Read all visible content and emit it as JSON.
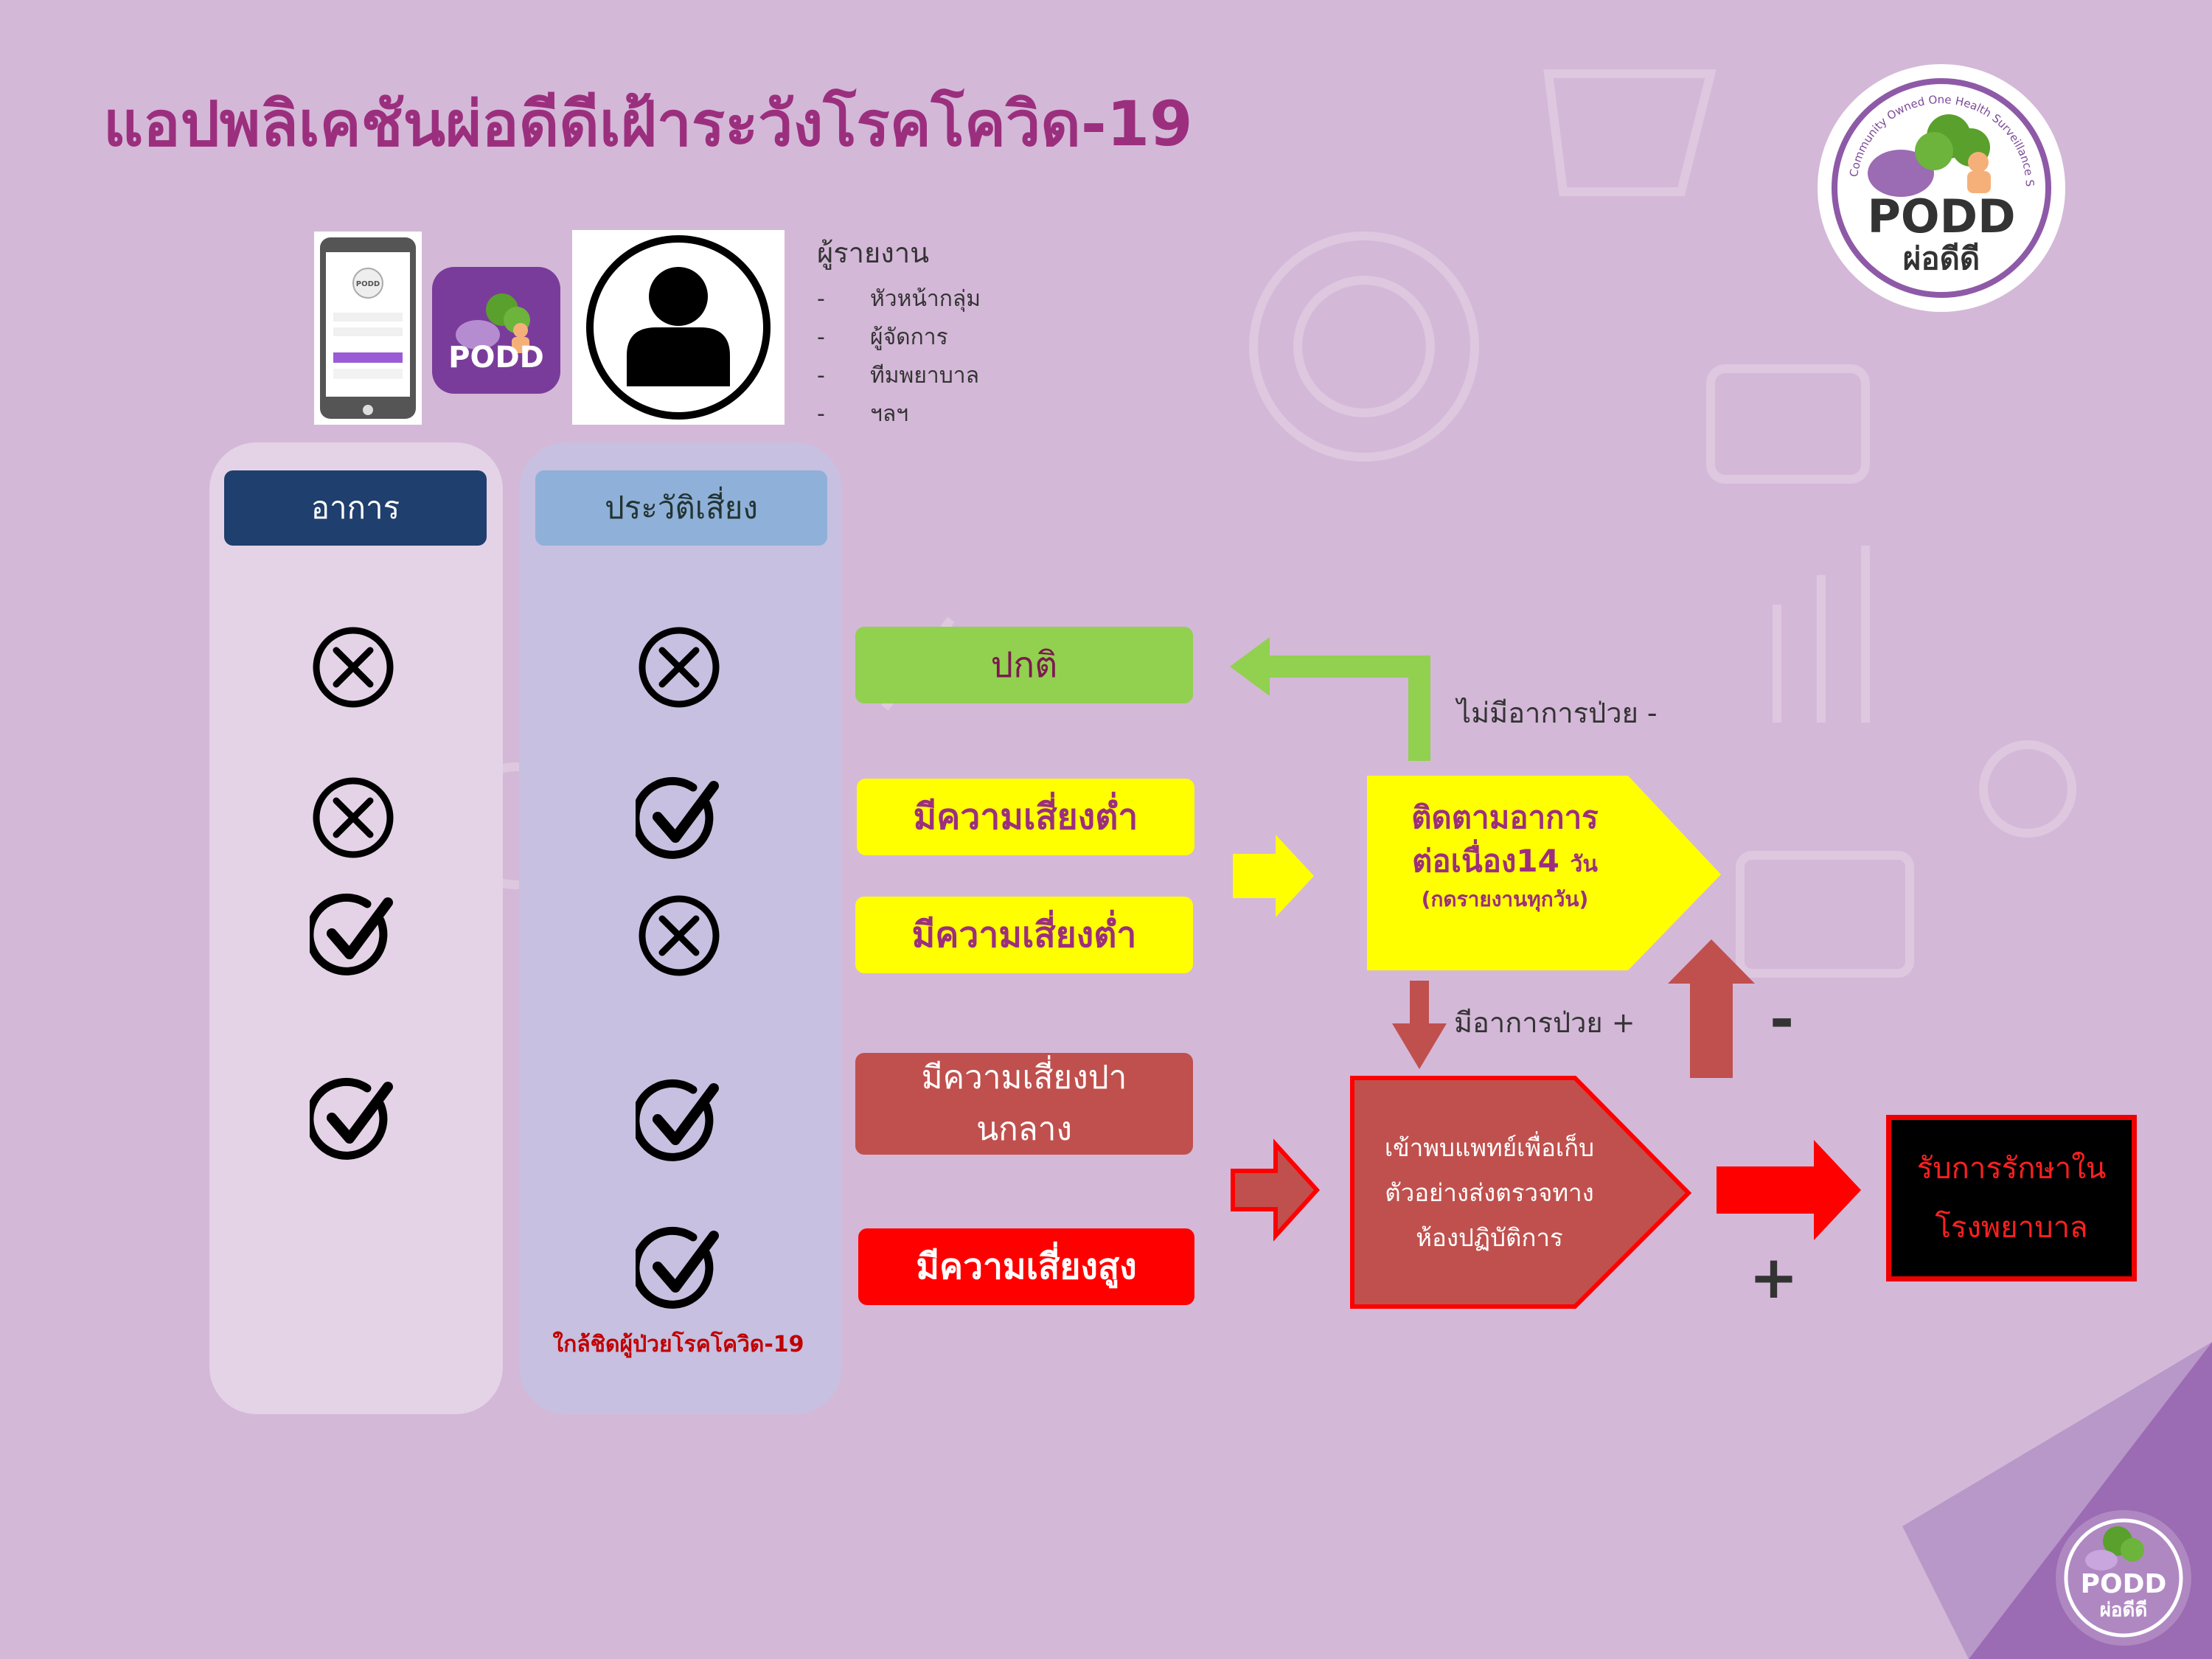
{
  "title": "แอปพลิเคชันผ่อดีดีเฝ้าระวังโรคโควิด-19",
  "app": {
    "icon_label": "PODD",
    "phone_logo_label": "PODD",
    "logo": {
      "ring_text": "Community Owned One Health Surveillance System",
      "name": "PODD",
      "sub": "ผ่อดีดี"
    }
  },
  "reporter": {
    "heading": "ผู้รายงาน",
    "items": [
      {
        "dash": "-",
        "label": "หัวหน้ากลุ่ม"
      },
      {
        "dash": "-",
        "label": "ผู้จัดการ"
      },
      {
        "dash": "-",
        "label": "ทีมพยาบาล"
      },
      {
        "dash": "-",
        "label": "ฯลฯ"
      }
    ]
  },
  "columns": {
    "symptom": "อาการ",
    "risk_history": "ประวัติเสี่ยง"
  },
  "rows": [
    {
      "symptom": "cross",
      "risk": "cross",
      "result": "ปกติ"
    },
    {
      "symptom": "cross",
      "risk": "check",
      "result": "มีความเสี่ยงต่ำ"
    },
    {
      "symptom": "check",
      "risk": "cross",
      "result": "มีความเสี่ยงต่ำ"
    },
    {
      "symptom": "check",
      "risk": "check",
      "result": "มีความเสี่ยงปานกลาง"
    },
    {
      "symptom": "",
      "risk": "check",
      "result": "มีความเสี่ยงสูง"
    }
  ],
  "contact_note": "ใกล้ชิดผู้ป่วยโรคโควิด-19",
  "follow_up": {
    "line1": "ติดตามอาการ",
    "line2": "ต่อเนื่อง14",
    "days": "วัน",
    "line3": "(กดรายงานทุกวัน)"
  },
  "doctor_box": {
    "line1": "เข้าพบแพทย์เพื่อเก็บ",
    "line2": "ตัวอย่างส่งตรวจทาง",
    "line3": "ห้องปฏิบัติการ"
  },
  "hospital_box": {
    "line1": "รับการรักษาใน",
    "line2": "โรงพยาบาล"
  },
  "notes": {
    "no_symptom": "ไม่มีอาการป่วย -",
    "has_symptom": "มีอาการป่วย +",
    "negative": "-",
    "positive": "+"
  },
  "colors": {
    "normal": "#92d050",
    "low": "#ffff00",
    "medium": "#c0504d",
    "high": "#ff0000",
    "title": "#9b2f7e",
    "header_dark": "#1f3f6e",
    "header_light": "#8fb0d8"
  }
}
